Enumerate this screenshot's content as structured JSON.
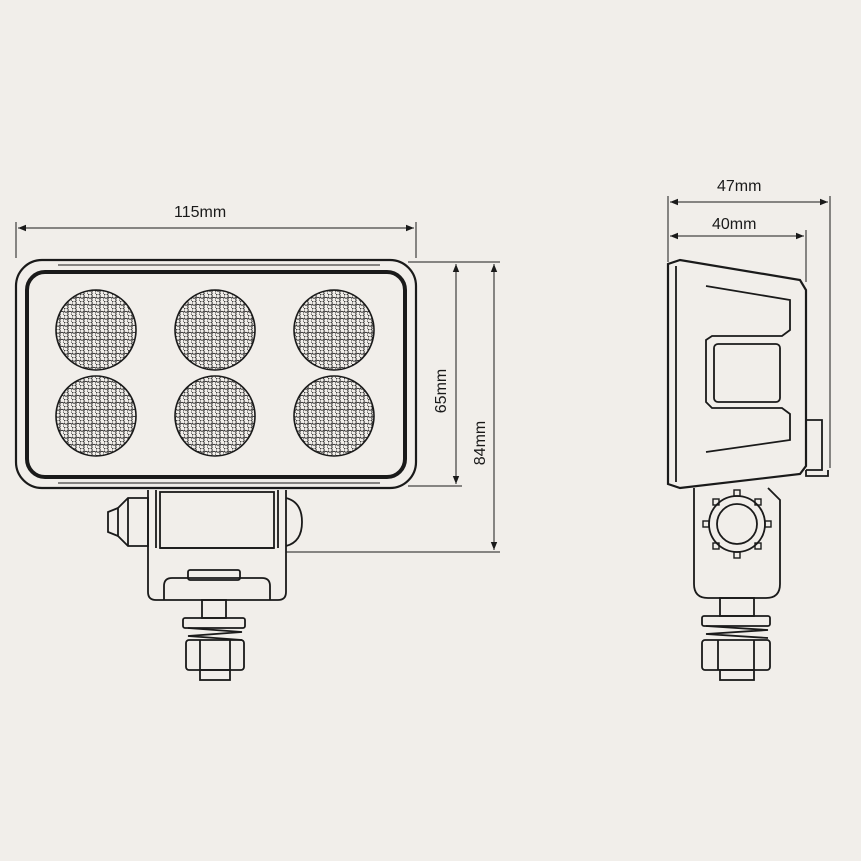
{
  "colors": {
    "background": "#f1eeea",
    "line": "#1a1a1a",
    "dimension_line": "#1a1a1a"
  },
  "dimensions": {
    "front_width": "115mm",
    "lens_height": "65mm",
    "total_height": "84mm",
    "side_depth_total": "47mm",
    "side_depth_housing": "40mm"
  },
  "front_view": {
    "led_count": 6
  }
}
